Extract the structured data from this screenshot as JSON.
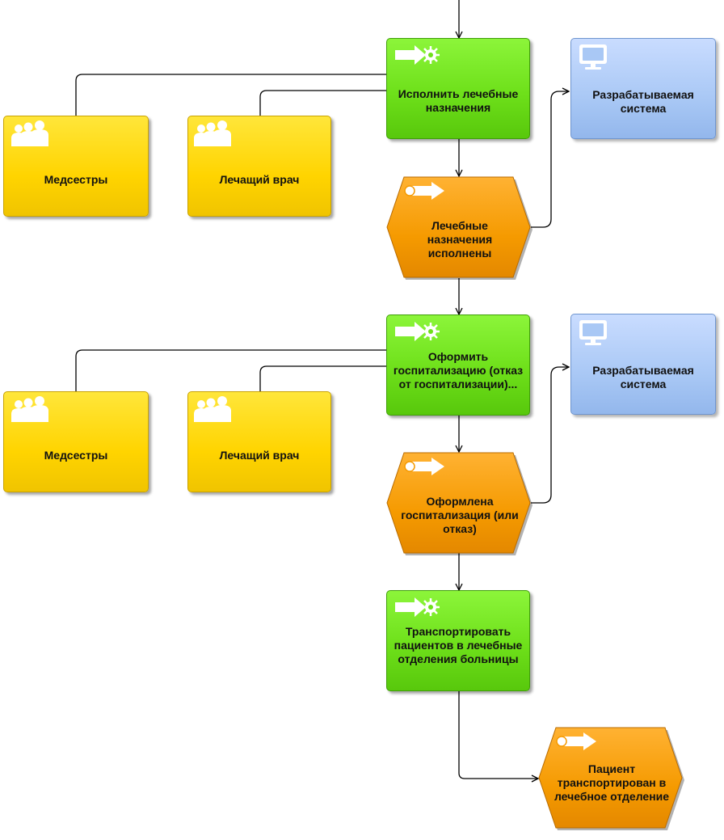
{
  "colors": {
    "function": "#6ee01a",
    "event": "#f59a00",
    "org_unit": "#ffd400",
    "system": "#a9c8f5",
    "connector": "#000000"
  },
  "functions": [
    {
      "label": "Исполнить лечебные назначения",
      "icon": "function-icon"
    },
    {
      "label": "Оформить госпитализацию (отказ от госпитализации)...",
      "icon": "function-icon"
    },
    {
      "label": "Транспортировать пациентов в лечебные отделения больницы",
      "icon": "function-icon"
    }
  ],
  "events": [
    {
      "label": "Лечебные назначения исполнены",
      "icon": "event-icon"
    },
    {
      "label": "Оформлена госпитализация (или отказ)",
      "icon": "event-icon"
    },
    {
      "label": "Пациент транспортирован в лечебное отделение",
      "icon": "event-icon"
    }
  ],
  "org_units": [
    {
      "label": "Медсестры",
      "icon": "group-icon"
    },
    {
      "label": "Лечащий врач",
      "icon": "group-icon"
    },
    {
      "label": "Медсестры",
      "icon": "group-icon"
    },
    {
      "label": "Лечащий врач",
      "icon": "group-icon"
    }
  ],
  "systems": [
    {
      "label": "Разрабатываемая система",
      "icon": "computer-icon"
    },
    {
      "label": "Разрабатываемая система",
      "icon": "computer-icon"
    }
  ]
}
